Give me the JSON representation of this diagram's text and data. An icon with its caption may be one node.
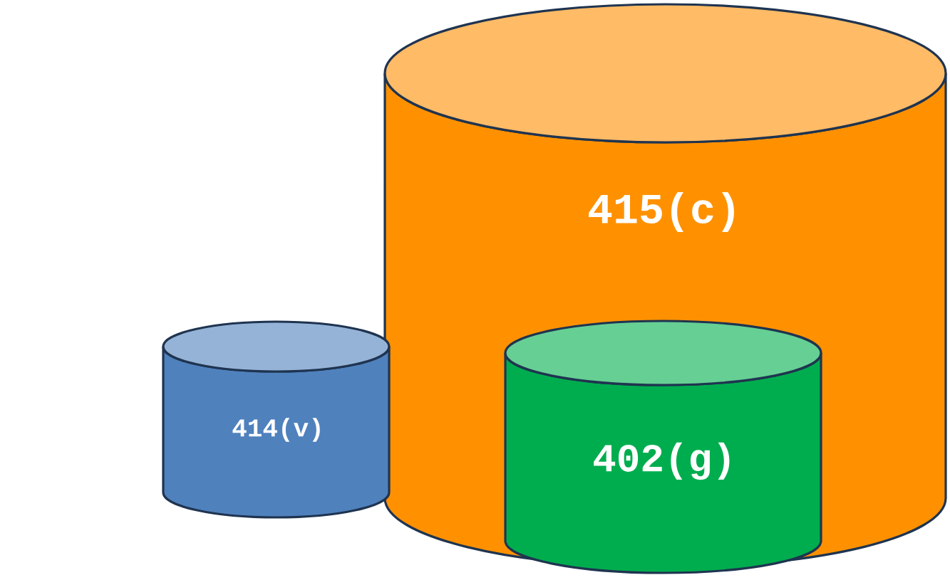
{
  "diagram": {
    "nodes": [
      {
        "text": [
          "415(c)"
        ]
      },
      {
        "text": [
          "402(g)"
        ],
        "in": 0
      },
      {
        "text": [
          "414(v)"
        ]
      }
    ]
  }
}
